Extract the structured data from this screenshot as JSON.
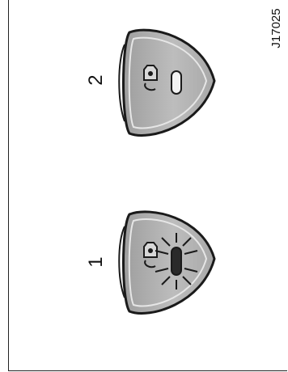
{
  "diagram": {
    "figure_code": "J17025",
    "items": [
      {
        "label": "1",
        "state": "indicator lit (flashing)"
      },
      {
        "label": "2",
        "state": "indicator off"
      }
    ],
    "colors": {
      "button_fill": "#b4b4b4",
      "button_rim": "#e6e6e6",
      "outline": "#1a1a1a"
    }
  }
}
